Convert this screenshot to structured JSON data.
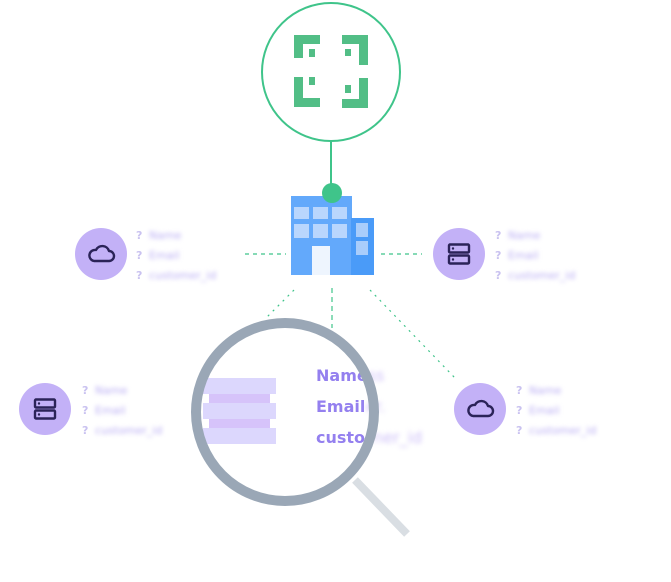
{
  "colors": {
    "green": "#3fc48a",
    "green_dark": "#52be86",
    "building_main": "#63a9fb",
    "building_side": "#4a9bf8",
    "window": "#b9d6fd",
    "node_fill": "#c3b1f7",
    "node_icon": "#2b2358",
    "lens_ring": "#9aa7b6",
    "handle": "#d9dee3",
    "text_accent": "#9480ef"
  },
  "hub": {
    "icon": "scan-frame-icon"
  },
  "center": {
    "icon": "office-building-icon"
  },
  "nodes": [
    {
      "id": "top-left",
      "icon": "cloud-icon",
      "fields": [
        "Name",
        "Email",
        "customer_id"
      ],
      "marker": "?"
    },
    {
      "id": "top-right",
      "icon": "server-icon",
      "fields": [
        "Name",
        "Email",
        "customer_id"
      ],
      "marker": "?"
    },
    {
      "id": "bottom-left",
      "icon": "server-icon",
      "fields": [
        "Name",
        "Email",
        "customer_id"
      ],
      "marker": "?"
    },
    {
      "id": "bottom-right",
      "icon": "cloud-icon",
      "fields": [
        "Name",
        "Email",
        "customer_id"
      ],
      "marker": "?"
    }
  ],
  "lens": {
    "icon": "magnifying-glass-icon",
    "lines": [
      {
        "visible": "Name",
        "blurred": "ss"
      },
      {
        "visible": "Email",
        "blurred": "er."
      },
      {
        "visible": "custor",
        "blurred": "ner_id"
      }
    ]
  }
}
